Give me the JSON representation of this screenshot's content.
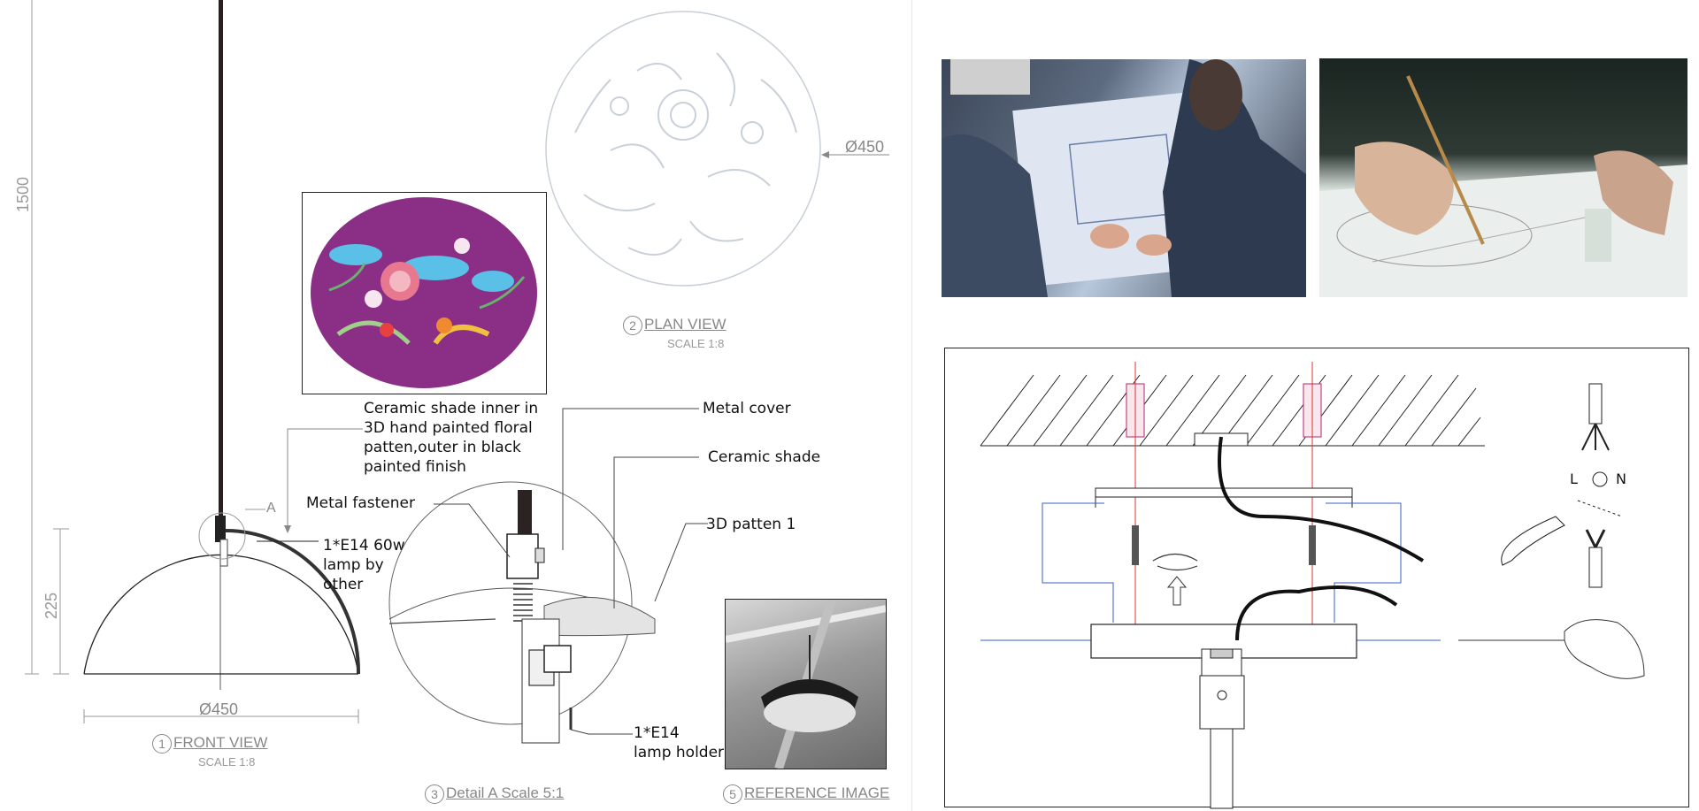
{
  "front_view": {
    "height_dim": "1500",
    "shade_height_dim": "225",
    "diameter_dim": "Ø450",
    "detail_marker": "A",
    "lamp_note_lines": [
      "1*E14 60w",
      "lamp by",
      "other"
    ],
    "caption_num": "1",
    "caption": "FRONT VIEW",
    "scale": "SCALE 1:8"
  },
  "plan_view": {
    "diameter_dim": "Ø450",
    "caption_num": "2",
    "caption": "PLAN VIEW",
    "scale": "SCALE 1:8"
  },
  "shade_note_lines": [
    "Ceramic shade inner in",
    "3D hand painted floral",
    "patten,outer in black",
    "painted finish"
  ],
  "detail_a": {
    "labels": {
      "metal_fastener": "Metal fastener",
      "metal_cover": "Metal cover",
      "ceramic_shade": "Ceramic shade",
      "pattern": "3D patten 1",
      "lamp_holder_line1": "1*E14",
      "lamp_holder_line2": "lamp holder"
    },
    "caption_num": "3",
    "caption": "Detail A  Scale 5:1"
  },
  "reference": {
    "caption_num": "5",
    "caption": "REFERENCE IMAGE"
  },
  "installation_diagram": {
    "wiring_labels": [
      "L",
      "N"
    ]
  },
  "colors": {
    "purple_shade": "#8b2f86",
    "accent_red": "#e03030",
    "guide_blue": "#3a5fc8"
  }
}
